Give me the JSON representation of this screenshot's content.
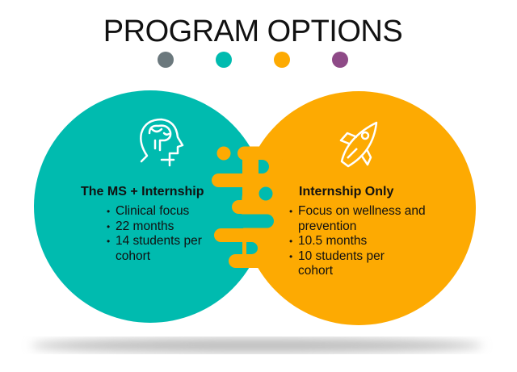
{
  "title": "PROGRAM OPTIONS",
  "colors": {
    "gray": "#6b787d",
    "teal": "#00bbaf",
    "orange": "#fdaa02",
    "purple": "#8e4a87"
  },
  "options": [
    {
      "heading": "The MS + Internship",
      "icon": "brain-head-icon",
      "bullets": [
        "Clinical focus",
        "22 months",
        "14 students per cohort"
      ]
    },
    {
      "heading": "Internship Only",
      "icon": "rocket-icon",
      "bullets": [
        "Focus on wellness and prevention",
        "10.5 months",
        "10 students per cohort"
      ]
    }
  ]
}
